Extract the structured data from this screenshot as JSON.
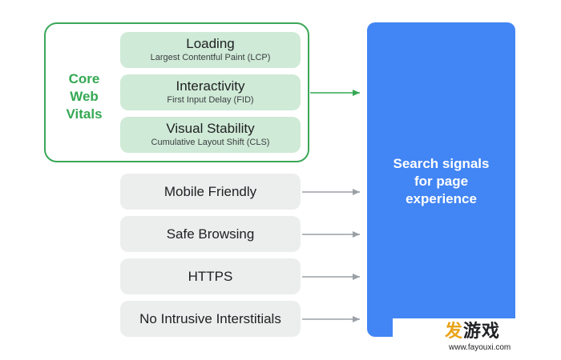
{
  "core_web_vitals": {
    "label": "Core\nWeb\nVitals",
    "metrics": [
      {
        "title": "Loading",
        "subtitle": "Largest Contentful Paint (LCP)"
      },
      {
        "title": "Interactivity",
        "subtitle": "First Input Delay (FID)"
      },
      {
        "title": "Visual Stability",
        "subtitle": "Cumulative Layout Shift (CLS)"
      }
    ]
  },
  "signals": [
    {
      "label": "Mobile Friendly"
    },
    {
      "label": "Safe Browsing"
    },
    {
      "label": "HTTPS"
    },
    {
      "label": "No Intrusive Interstitials"
    }
  ],
  "result": {
    "label": "Search signals\nfor page\nexperience"
  },
  "watermark": {
    "logo_accent": "发",
    "logo_rest": "游戏",
    "url": "www.fayouxi.com"
  },
  "colors": {
    "cwv_green": "#34a853",
    "cwv_card": "#cfead6",
    "signal_card": "#eceded",
    "result_blue": "#4285f4",
    "arrow_gray": "#9aa0a6"
  }
}
